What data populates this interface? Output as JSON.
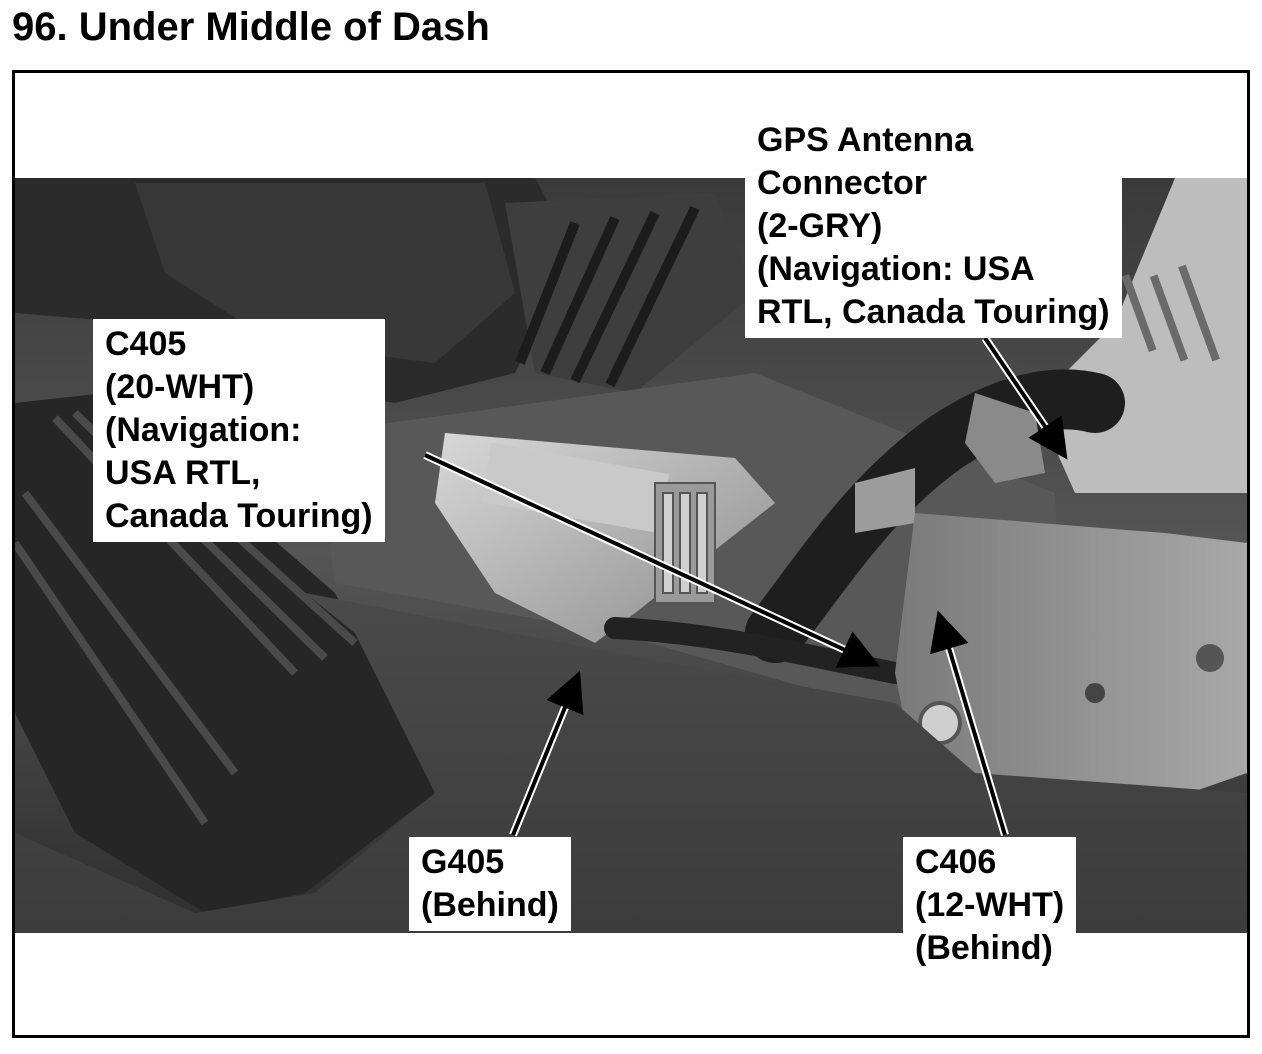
{
  "page": {
    "title": "96. Under Middle of Dash"
  },
  "callouts": {
    "c405": {
      "lines": [
        "C405",
        "(20-WHT)",
        "(Navigation:",
        "USA RTL,",
        "Canada Touring)"
      ]
    },
    "gps_antenna": {
      "lines": [
        "GPS Antenna",
        "Connector",
        "(2-GRY)",
        "(Navigation: USA",
        "RTL, Canada Touring)"
      ]
    },
    "g405": {
      "lines": [
        "G405",
        "(Behind)"
      ]
    },
    "c406": {
      "lines": [
        "C406",
        "(12-WHT)",
        "(Behind)"
      ]
    }
  },
  "colors": {
    "background": "#ffffff",
    "text": "#000000",
    "photo_dark": "#2a2a2a",
    "photo_mid": "#6e6e6e",
    "photo_light": "#b4b4b4"
  }
}
